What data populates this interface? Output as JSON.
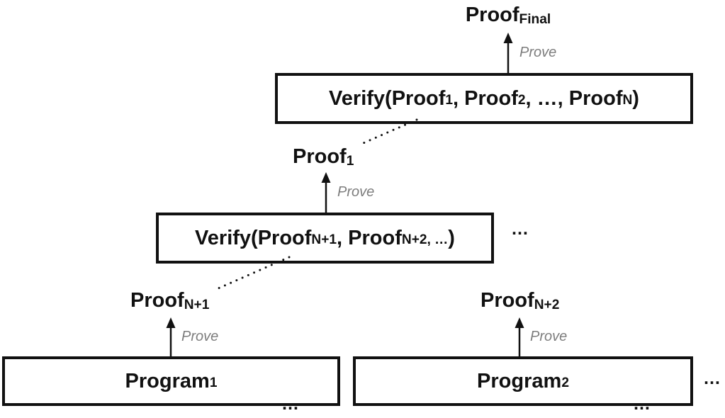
{
  "colors": {
    "background": "#ffffff",
    "ink": "#111111",
    "box_border": "#111111",
    "prove_label": "#7d7d7d"
  },
  "labels": {
    "proof_final": [
      {
        "t": "Proof"
      },
      {
        "sub": "Final"
      }
    ],
    "proof_1": [
      {
        "t": "Proof"
      },
      {
        "sub": "1"
      }
    ],
    "proof_n_plus_1": [
      {
        "t": "Proof"
      },
      {
        "sub": "N+1"
      }
    ],
    "proof_n_plus_2": [
      {
        "t": "Proof"
      },
      {
        "sub": "N+2"
      }
    ]
  },
  "boxes": {
    "verify_top": [
      {
        "t": "Verify(Proof"
      },
      {
        "sub": "1"
      },
      {
        "t": ", Proof"
      },
      {
        "sub": "2"
      },
      {
        "t": ", …, Proof"
      },
      {
        "sub": "N"
      },
      {
        "t": ")"
      }
    ],
    "verify_mid": [
      {
        "t": "Verify(Proof"
      },
      {
        "sub": "N+1"
      },
      {
        "t": ", Proof"
      },
      {
        "sub": "N+2, …"
      },
      {
        "t": ")"
      }
    ],
    "program_1": [
      {
        "t": "Program"
      },
      {
        "sub": "1"
      }
    ],
    "program_2": [
      {
        "t": "Program"
      },
      {
        "sub": "2"
      }
    ]
  },
  "edge_label": {
    "prove": "Prove"
  },
  "ellipsis": "…"
}
